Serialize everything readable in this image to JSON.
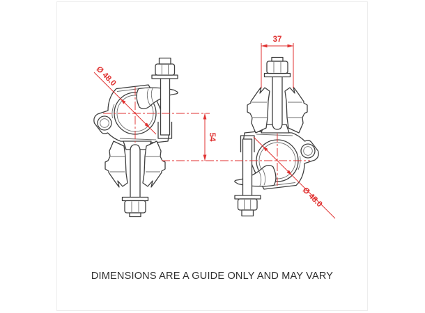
{
  "canvas": {
    "background": "#ffffff",
    "card_border_color": "#ededed"
  },
  "drawing": {
    "type": "technical_drawing",
    "subject": "scaffolding swivel coupler, two side views",
    "line_color": "#3f3f3f",
    "dimension_color": "#e03231",
    "caption": "DIMENSIONS ARE A GUIDE ONLY AND MAY VARY",
    "views": [
      {
        "name": "coupler-view-left",
        "pipe_diameter_label": "Ø 48.0"
      },
      {
        "name": "coupler-view-right",
        "pipe_diameter_label": "Ø 48.0"
      }
    ],
    "dimensions": {
      "jaw_width": {
        "label": "37"
      },
      "center_offset": {
        "label": "54"
      },
      "pipe_dia_left": {
        "label": "Ø 48.0"
      },
      "pipe_dia_right": {
        "label": "Ø 48.0"
      }
    }
  }
}
